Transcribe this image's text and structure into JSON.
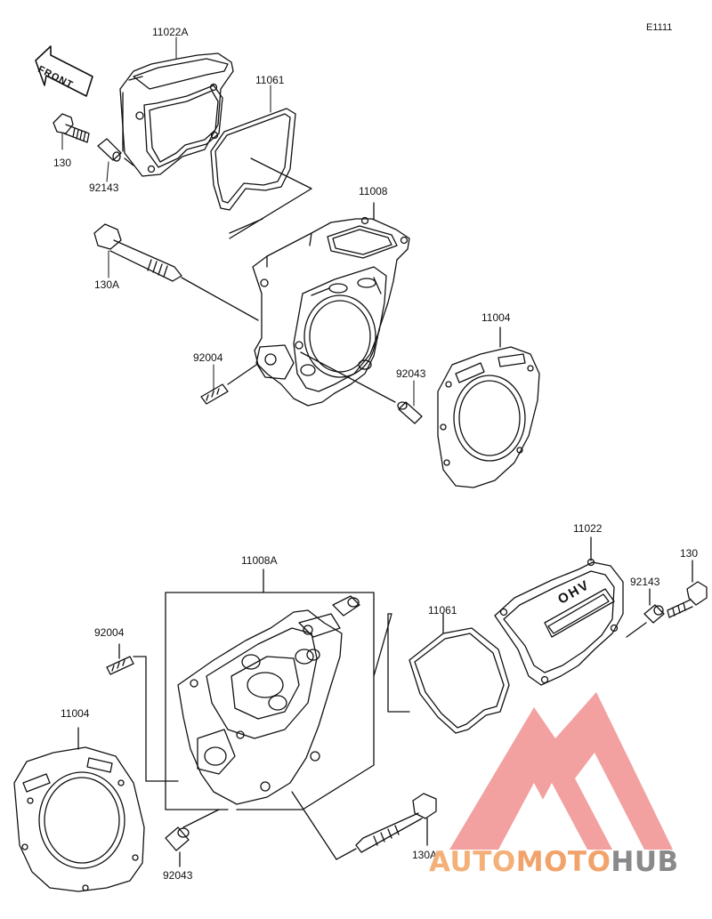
{
  "diagram_code": "E1111",
  "front_arrow_label": "FRONT",
  "head_stamp": "OHV",
  "labels": {
    "top_11022A": "11022A",
    "top_11061": "11061",
    "top_130": "130",
    "top_92143": "92143",
    "top_11008": "11008",
    "top_130A": "130A",
    "top_92004": "92004",
    "top_92043": "92043",
    "top_11004": "11004",
    "bot_11022": "11022",
    "bot_130": "130",
    "bot_92143": "92143",
    "bot_11061": "11061",
    "bot_11008A": "11008A",
    "bot_92004": "92004",
    "bot_11004": "11004",
    "bot_92043": "92043",
    "bot_130A": "130A"
  },
  "watermark": {
    "word_1": "AUTO",
    "word_2": "MOTO",
    "word_3": "HUB",
    "color_triangle": "#f08f8f",
    "color_word_1": "#f4b079",
    "color_word_2": "#f2a36b",
    "color_word_3": "#8a8a8a"
  }
}
